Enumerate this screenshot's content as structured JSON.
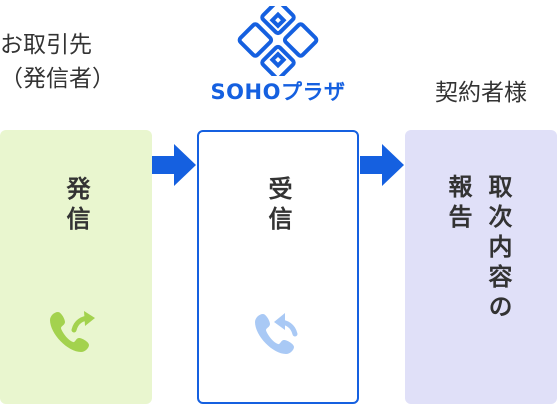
{
  "sender": {
    "label": "お取引先\n（発信者）"
  },
  "logo": {
    "text": "SOHOプラザ"
  },
  "client": {
    "label": "契約者様"
  },
  "panels": {
    "send": {
      "text": "発信",
      "icon": "phone-outgoing-icon",
      "color": "#a3d24e"
    },
    "receive": {
      "text": "受信",
      "icon": "phone-incoming-icon",
      "color": "#a9c9f5"
    },
    "report": {
      "col1": "取次内容の",
      "col2": "報告"
    }
  },
  "colors": {
    "accent": "#1560e0",
    "send_bg": "#e9f6cf",
    "report_bg": "#e0e0f8"
  }
}
